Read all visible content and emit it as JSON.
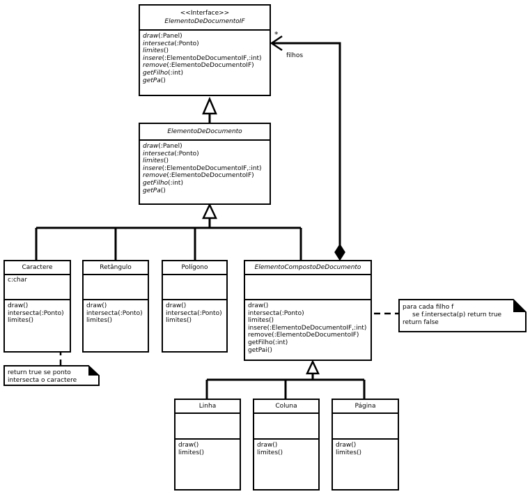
{
  "diagram": {
    "interface_class": {
      "stereotype": "<<Interface>>",
      "name": "ElementoDeDocumentoIF",
      "operations": [
        {
          "name": "draw",
          "params": "(:Panel)"
        },
        {
          "name": "intersecta",
          "params": "(:Ponto)"
        },
        {
          "name": "limites",
          "params": "()"
        },
        {
          "name": "insere",
          "params": "(:ElementoDeDocumentoIF,:int)"
        },
        {
          "name": "remove",
          "params": "(:ElementoDeDocumentoIF)"
        },
        {
          "name": "getFilho",
          "params": "(:int)"
        },
        {
          "name": "getPa",
          "params": "()"
        }
      ]
    },
    "abstract_class": {
      "name": "ElementoDeDocumento",
      "operations": [
        {
          "name": "draw",
          "params": "(:Panel)"
        },
        {
          "name": "intersecta",
          "params": "(:Ponto)"
        },
        {
          "name": "limites",
          "params": "()"
        },
        {
          "name": "insere",
          "params": "(:ElementoDeDocumentoIF,:int)"
        },
        {
          "name": "remove",
          "params": "(:ElementoDeDocumentoIF)"
        },
        {
          "name": "getFilho",
          "params": "(:int)"
        },
        {
          "name": "getPa",
          "params": "()"
        }
      ]
    },
    "caractere": {
      "name": "Caractere",
      "attributes": [
        "c:char"
      ],
      "operations": [
        "draw()",
        "intersecta(:Ponto)",
        "limites()"
      ]
    },
    "retangulo": {
      "name": "Retângulo",
      "operations": [
        "draw()",
        "intersecta(:Ponto)",
        "limites()"
      ]
    },
    "poligono": {
      "name": "Polígono",
      "operations": [
        "draw()",
        "intersecta(:Ponto)",
        "limites()"
      ]
    },
    "composite": {
      "name": "ElementoCompostoDeDocumento",
      "operations": [
        "draw()",
        "intersecta(:Ponto)",
        "limites()",
        "insere(:ElementoDeDocumentoIF,:int)",
        "remove(:ElementoDeDocumentoIF)",
        "getFilho(:int)",
        "getPai()"
      ]
    },
    "linha": {
      "name": "Linha",
      "operations": [
        "draw()",
        "limites()"
      ]
    },
    "coluna": {
      "name": "Coluna",
      "operations": [
        "draw()",
        "limites()"
      ]
    },
    "pagina": {
      "name": "Página",
      "operations": [
        "draw()",
        "limites()"
      ]
    },
    "association": {
      "multiplicity": "*",
      "role": "filhos"
    },
    "note_composite": [
      "para cada filho f",
      "se f.intersecta(p) return true",
      "return false"
    ],
    "note_caractere": [
      "return true se ponto",
      "intersecta o caractere"
    ]
  }
}
